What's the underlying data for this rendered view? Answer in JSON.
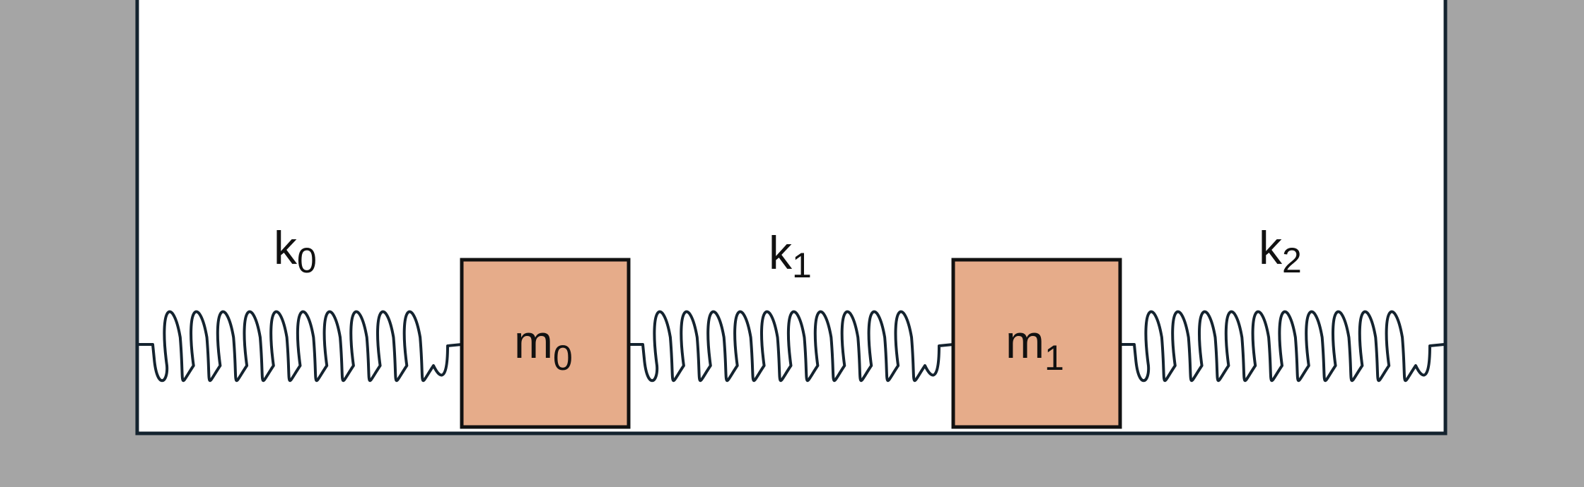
{
  "diagram": {
    "springs": [
      {
        "id": "k0",
        "base": "k",
        "sub": "0"
      },
      {
        "id": "k1",
        "base": "k",
        "sub": "1"
      },
      {
        "id": "k2",
        "base": "k",
        "sub": "2"
      }
    ],
    "masses": [
      {
        "id": "m0",
        "base": "m",
        "sub": "0"
      },
      {
        "id": "m1",
        "base": "m",
        "sub": "1"
      }
    ],
    "colors": {
      "background": "#a5a5a5",
      "container_fill": "#ffffff",
      "container_stroke": "#14232f",
      "mass_fill": "#e6ac8a",
      "mass_stroke": "#111111",
      "spring_stroke": "#14232f",
      "label": "#111111"
    }
  }
}
